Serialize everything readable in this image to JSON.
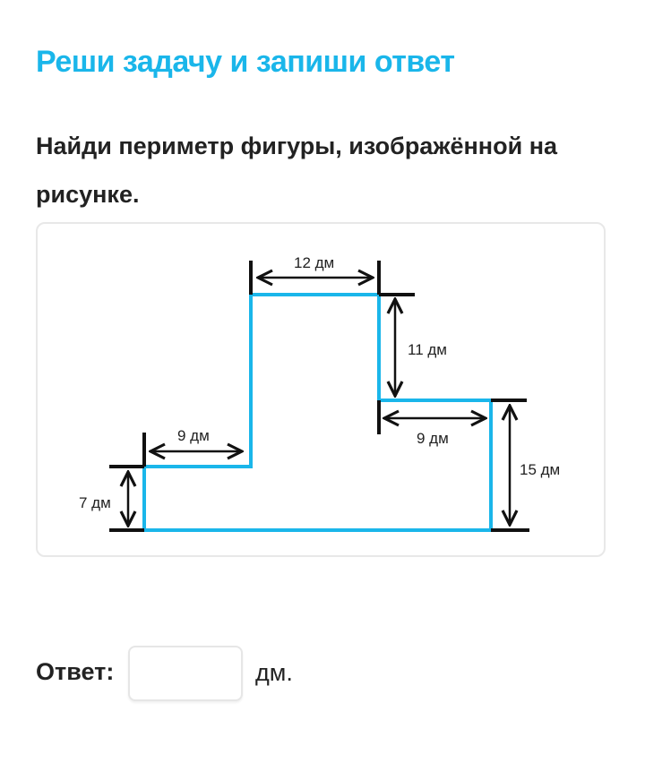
{
  "title": "Реши задачу и запиши ответ",
  "question": "Найди периметр фигуры, изображённой на рисунке.",
  "figure": {
    "labels": {
      "top": "12 дм",
      "right_upper": "11 дм",
      "right_step": "9 дм",
      "right": "15 дм",
      "left_step": "9 дм",
      "left": "7 дм"
    },
    "colors": {
      "shape": "#1ab6ea",
      "lines": "#111111"
    }
  },
  "answer": {
    "label": "Ответ:",
    "value": "",
    "unit": "дм."
  }
}
